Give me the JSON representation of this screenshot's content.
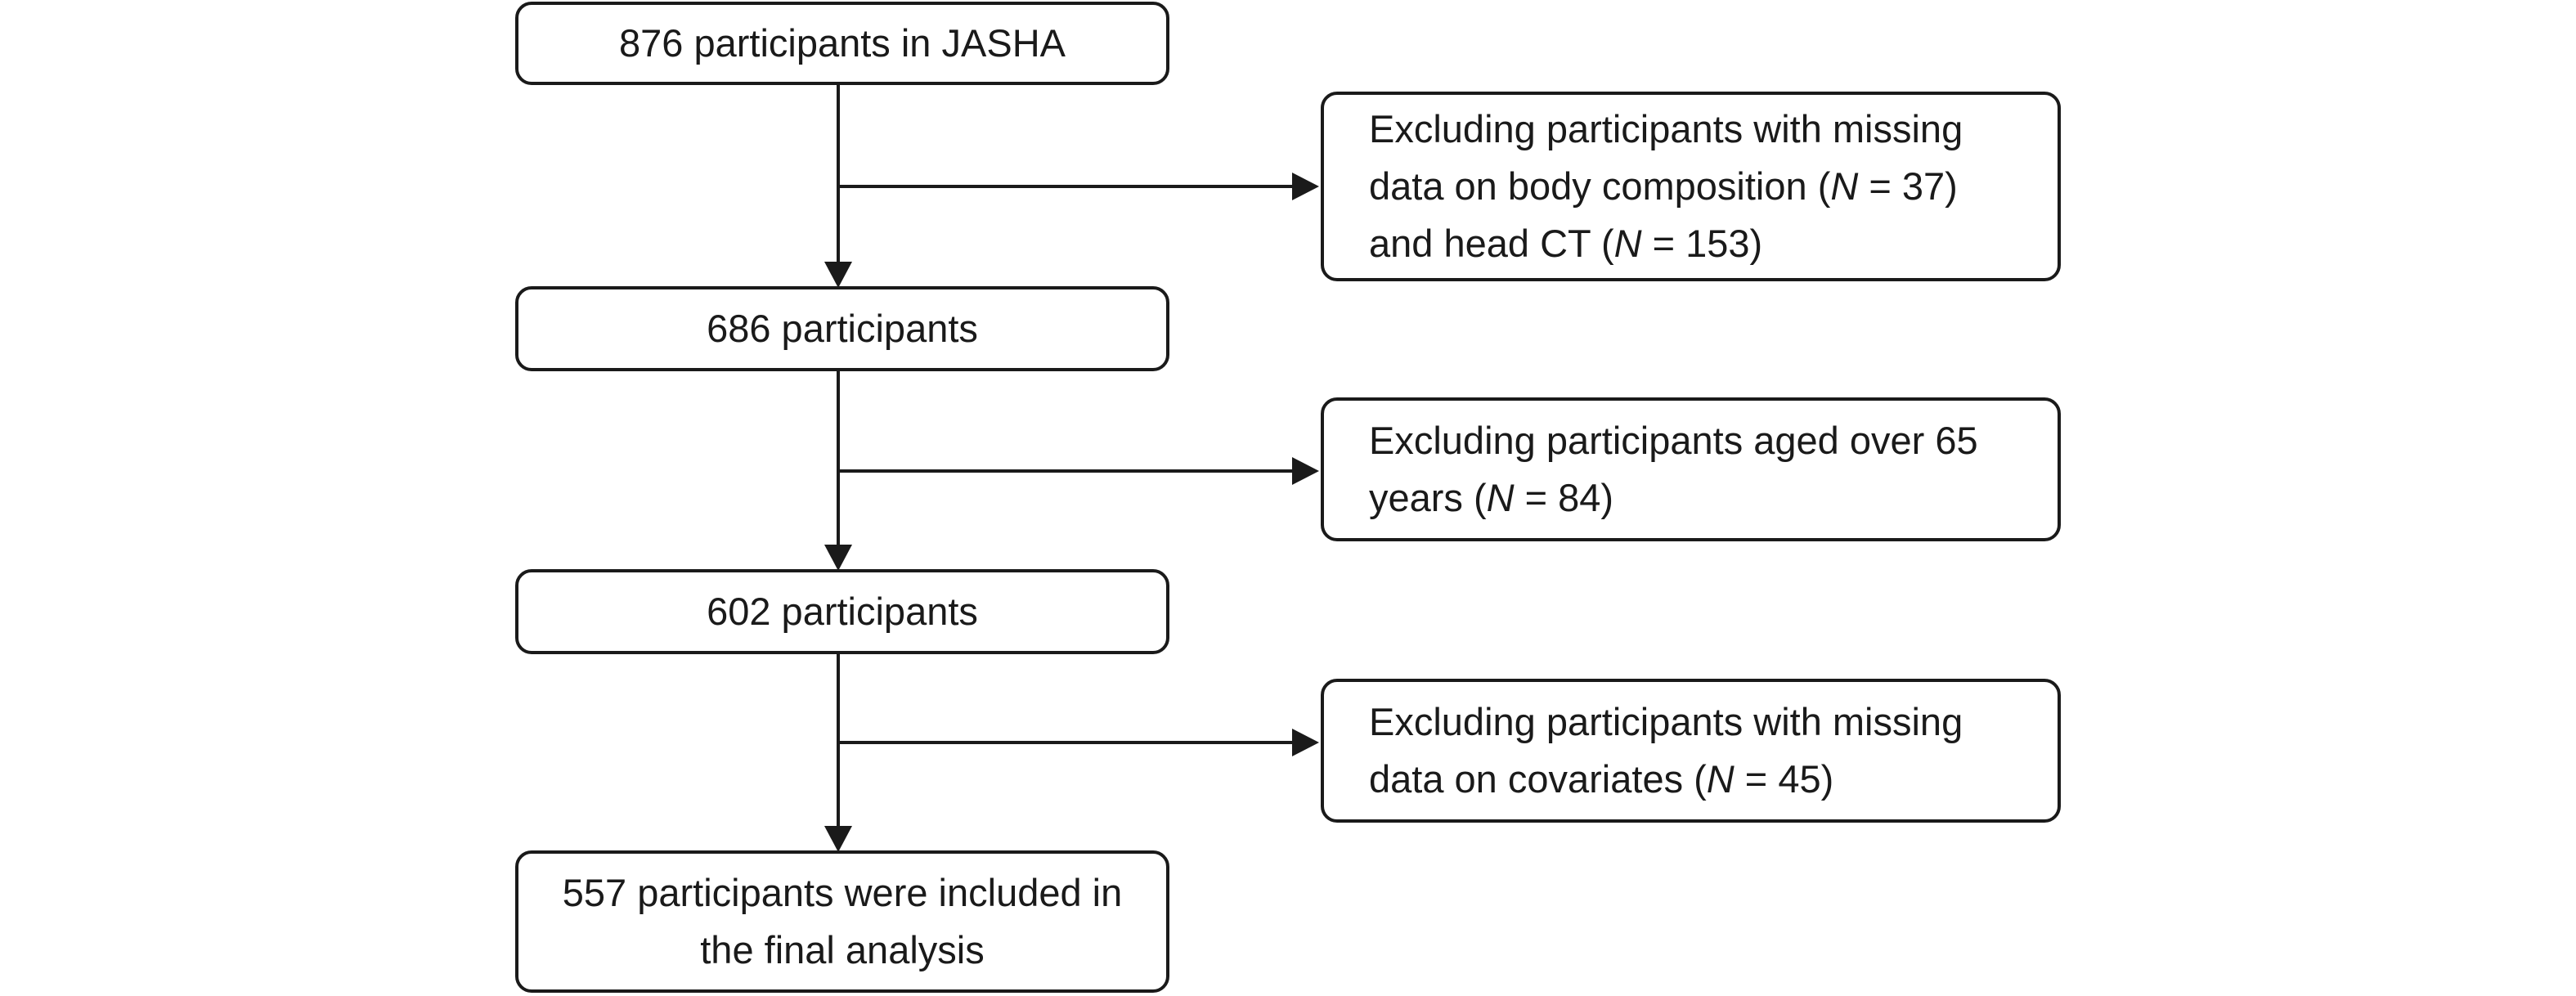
{
  "flowchart": {
    "steps": [
      {
        "text": "876 participants in JASHA"
      },
      {
        "text": "686 participants"
      },
      {
        "text": "602 participants"
      },
      {
        "text": "557 participants were included in the final analysis"
      }
    ],
    "exclusions": [
      {
        "text": "Excluding participants with missing data on body composition (<i>N</i> = 37) and head CT (<i>N</i> = 153)"
      },
      {
        "text": "Excluding participants aged over 65 years (<i>N</i> = 84)"
      },
      {
        "text": "Excluding participants with missing data on covariates (<i>N</i> = 45)"
      }
    ]
  },
  "colors": {
    "line": "#1a1a1a",
    "box_border": "#1a1a1a",
    "background": "#ffffff"
  }
}
